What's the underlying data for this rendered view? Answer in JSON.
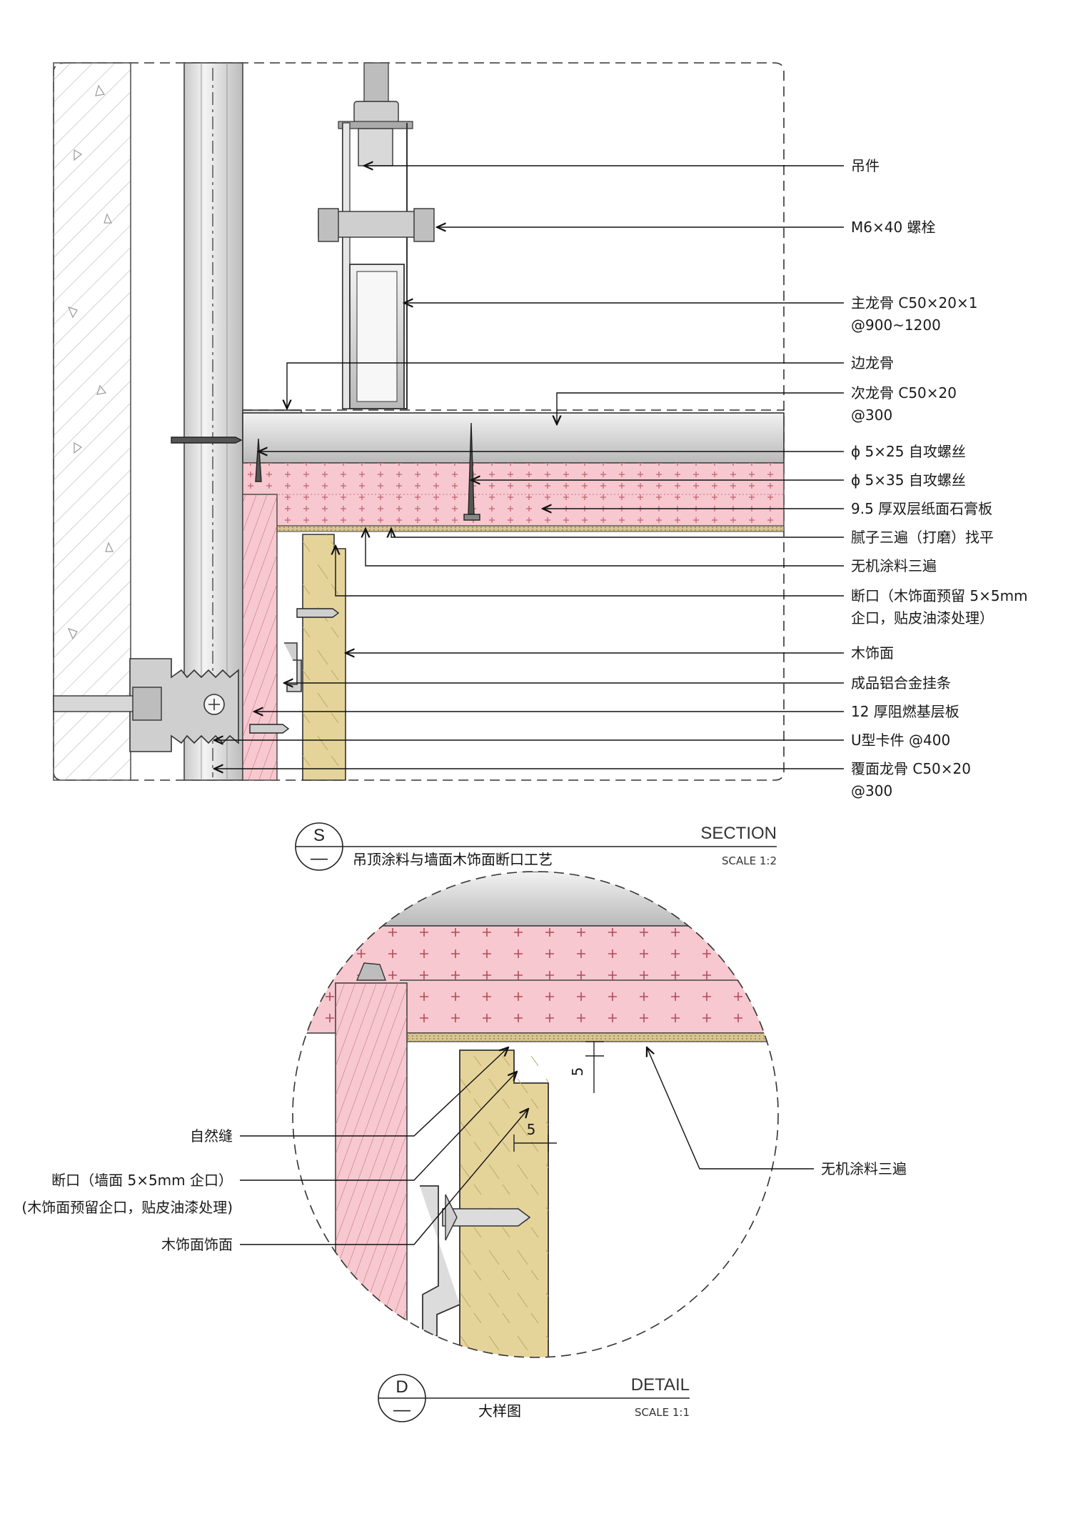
{
  "section": {
    "symbol_letter": "S",
    "symbol_sub": "—",
    "title_en": "SECTION",
    "title_cn": "吊顶涂料与墙面木饰面断口工艺",
    "scale": "SCALE 1:2",
    "labels": [
      {
        "id": "hanger",
        "lines": [
          "吊件"
        ]
      },
      {
        "id": "bolt",
        "lines": [
          "M6×40 螺栓"
        ]
      },
      {
        "id": "main-keel",
        "lines": [
          "主龙骨 C50×20×1",
          "@900~1200"
        ]
      },
      {
        "id": "edge-keel",
        "lines": [
          "边龙骨"
        ]
      },
      {
        "id": "secondary-keel",
        "lines": [
          "次龙骨 C50×20",
          "@300"
        ]
      },
      {
        "id": "screw-25",
        "lines": [
          "ϕ 5×25 自攻螺丝"
        ]
      },
      {
        "id": "screw-35",
        "lines": [
          "ϕ 5×35 自攻螺丝"
        ]
      },
      {
        "id": "gypsum-board",
        "lines": [
          "9.5 厚双层纸面石膏板"
        ]
      },
      {
        "id": "putty",
        "lines": [
          "腻子三遍（打磨）找平"
        ]
      },
      {
        "id": "inorganic-paint",
        "lines": [
          "无机涂料三遍"
        ]
      },
      {
        "id": "reveal",
        "lines": [
          "断口（木饰面预留 5×5mm",
          "企口，贴皮油漆处理）"
        ]
      },
      {
        "id": "wood-veneer",
        "lines": [
          "木饰面"
        ]
      },
      {
        "id": "aluminum-hanger-strip",
        "lines": [
          "成品铝合金挂条"
        ]
      },
      {
        "id": "fire-board",
        "lines": [
          "12 厚阻燃基层板"
        ]
      },
      {
        "id": "u-clip",
        "lines": [
          "U型卡件 @400"
        ]
      },
      {
        "id": "cover-keel",
        "lines": [
          "覆面龙骨 C50×20",
          "@300"
        ]
      }
    ]
  },
  "detail": {
    "symbol_letter": "D",
    "symbol_sub": "—",
    "title_en": "DETAIL",
    "title_cn": "大样图",
    "scale": "SCALE 1:1",
    "dim_vertical": "5",
    "dim_horizontal": "5",
    "labels_left": [
      {
        "id": "natural-gap",
        "lines": [
          "自然缝"
        ]
      },
      {
        "id": "reveal-detail",
        "lines": [
          "断口（墙面 5×5mm 企口）",
          "(木饰面预留企口，贴皮油漆处理)"
        ]
      },
      {
        "id": "wood-face",
        "lines": [
          "木饰面饰面"
        ]
      }
    ],
    "labels_right": [
      {
        "id": "paint-detail",
        "lines": [
          "无机涂料三遍"
        ]
      }
    ]
  },
  "colors": {
    "gypsum_pink": "#f7c8cf",
    "wood": "#e5d49a",
    "concrete": "#ececec",
    "steel": "#dcdcdc",
    "putty": "#d8c490"
  }
}
